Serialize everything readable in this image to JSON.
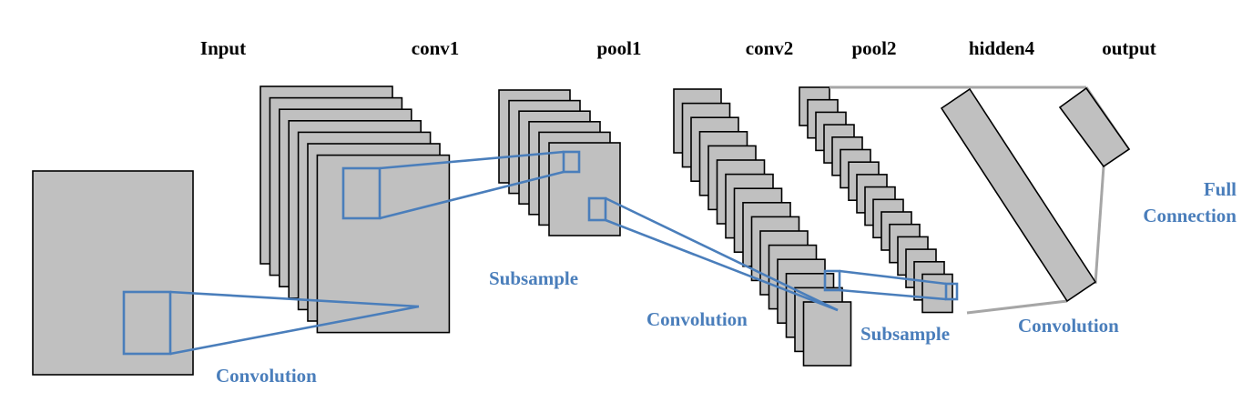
{
  "colors": {
    "map_fill": "#c0c0c0",
    "map_stroke": "#000000",
    "accent": "#4a7ebb",
    "connector": "#a6a6a6",
    "title": "#000000"
  },
  "titles": {
    "input": "Input",
    "conv1": "conv1",
    "pool1": "pool1",
    "conv2": "conv2",
    "pool2": "pool2",
    "hidden4": "hidden4",
    "output": "output"
  },
  "labels": {
    "convolution_1": "Convolution",
    "subsample_1": "Subsample",
    "convolution_2": "Convolution",
    "subsample_2": "Subsample",
    "convolution_3": "Convolution",
    "full_connection_line1": "Full",
    "full_connection_line2": "Connection"
  }
}
